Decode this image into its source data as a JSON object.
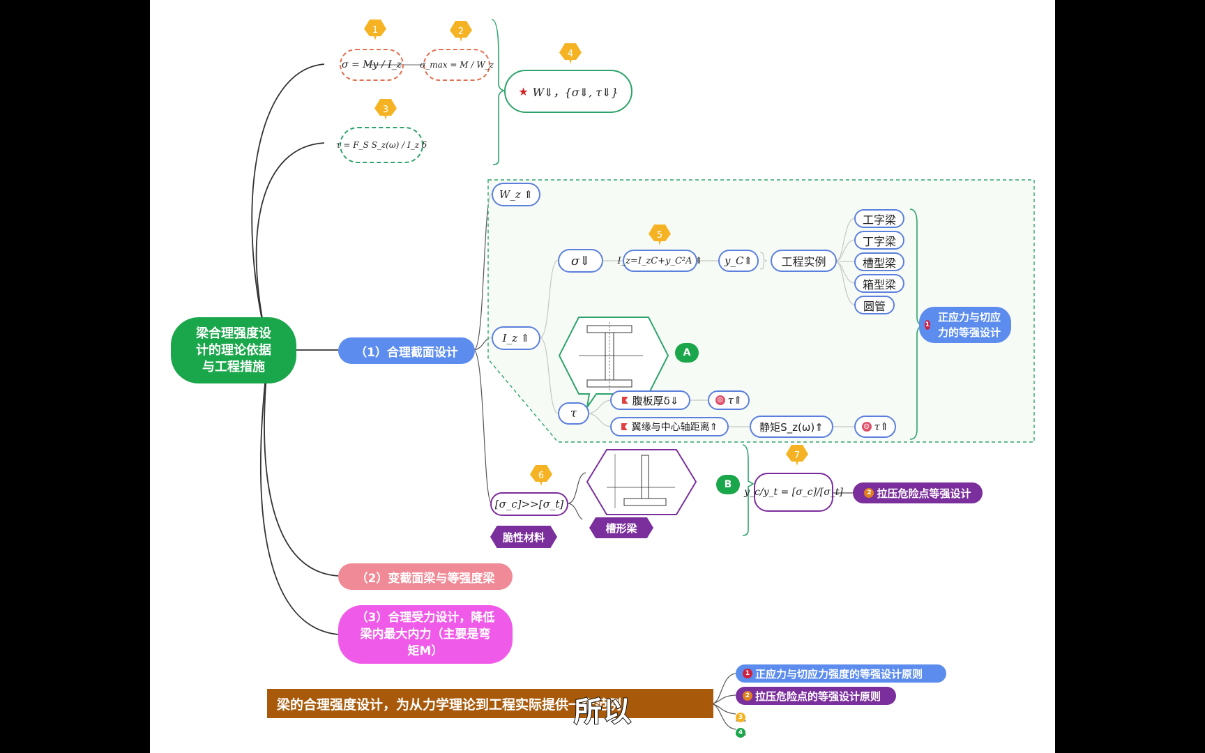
{
  "root": {
    "label": "梁合理强度设计的理论依据与工程措施"
  },
  "formulas": {
    "f1": "σ = My / I_z",
    "f2": "σ_max = M / W_z",
    "f3": "τ = F_S S_z(ω) / I_z δ",
    "f4": "W⇓，{σ⇓, τ⇓}",
    "wz": "W_z ⇑",
    "iz": "I_z ⇑",
    "sigma_down": "σ⇓",
    "parallel_axis": "I_z=I_zC+y_C²A ⇑",
    "yc_up": "y_C⇑",
    "tau": "τ",
    "brittle": "[σ_c]>>[σ_t]",
    "ratio": "y_c/y_t = [σ_c]/[σ_t]"
  },
  "badges": [
    "1",
    "2",
    "3",
    "4",
    "5",
    "6",
    "7"
  ],
  "branches": {
    "b1": "（1）合理截面设计",
    "b2": "（2）变截面梁与等强度梁",
    "b3": "（3）合理受力设计，降低梁内最大内力（主要是弯矩M）"
  },
  "engineering": {
    "label": "工程实例",
    "items": [
      "工字梁",
      "丁字梁",
      "槽型梁",
      "箱型梁",
      "圆管"
    ]
  },
  "tau_items": {
    "web": "腹板厚δ⇓",
    "tau_up_1": "τ⇑",
    "flange": "翼缘与中心轴距离⇑",
    "static_moment": "静矩S_z(ω)⇑",
    "tau_up_2": "τ⇑"
  },
  "markers": {
    "A": "A",
    "B": "B"
  },
  "tags": {
    "brittle": "脆性材料",
    "channel": "槽形梁"
  },
  "summaries": {
    "s1": "正应力与切应力的等强设计",
    "s2": "拉压危险点等强设计",
    "s1_num": "1",
    "s2_num": "2"
  },
  "footer": {
    "text": "梁的合理强度设计，为从力学理论到工程实际提供一个范例",
    "subtitle": "所以",
    "items": [
      {
        "num": "1",
        "label": "正应力与切应力强度的等强设计原则"
      },
      {
        "num": "2",
        "label": "拉压危险点的等强设计原则"
      },
      {
        "num": "3",
        "label": ""
      },
      {
        "num": "4",
        "label": ""
      }
    ]
  },
  "colors": {
    "root_green": "#1aa64a",
    "branch_blue": "#5b8cee",
    "branch_pink": "#f08a96",
    "branch_magenta": "#f05ae8",
    "purple": "#7a2f9c",
    "badge_orange": "#f5b324",
    "footer_brown": "#a85a0a"
  }
}
